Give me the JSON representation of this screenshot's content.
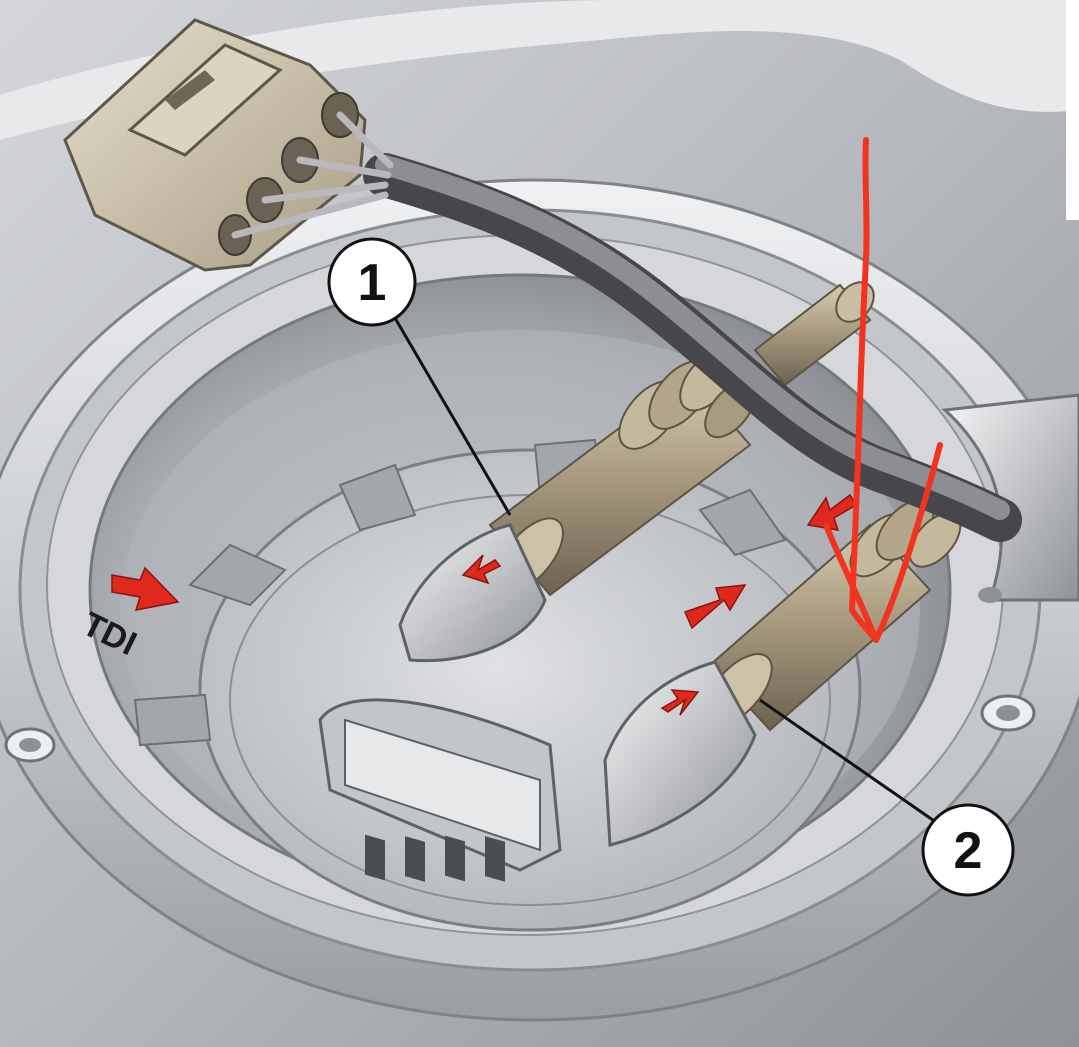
{
  "labels": {
    "callout_1": "1",
    "callout_2": "2",
    "tdi": "TDI"
  },
  "colors": {
    "background": "#ffffff",
    "housing": "#b9bcc1",
    "housing_dark": "#8f9297",
    "metal_light": "#e3e5e8",
    "brass": "#a89c84",
    "brass_dark": "#7d715b",
    "cable": "#6e6e72",
    "connector": "#cfc5ad",
    "arrow_red": "#e0281e",
    "annotation_red": "#f2331f"
  },
  "icons": {
    "direction_arrows": "red-arrow-icon",
    "annotation": "hand-drawn-arrow-icon"
  }
}
